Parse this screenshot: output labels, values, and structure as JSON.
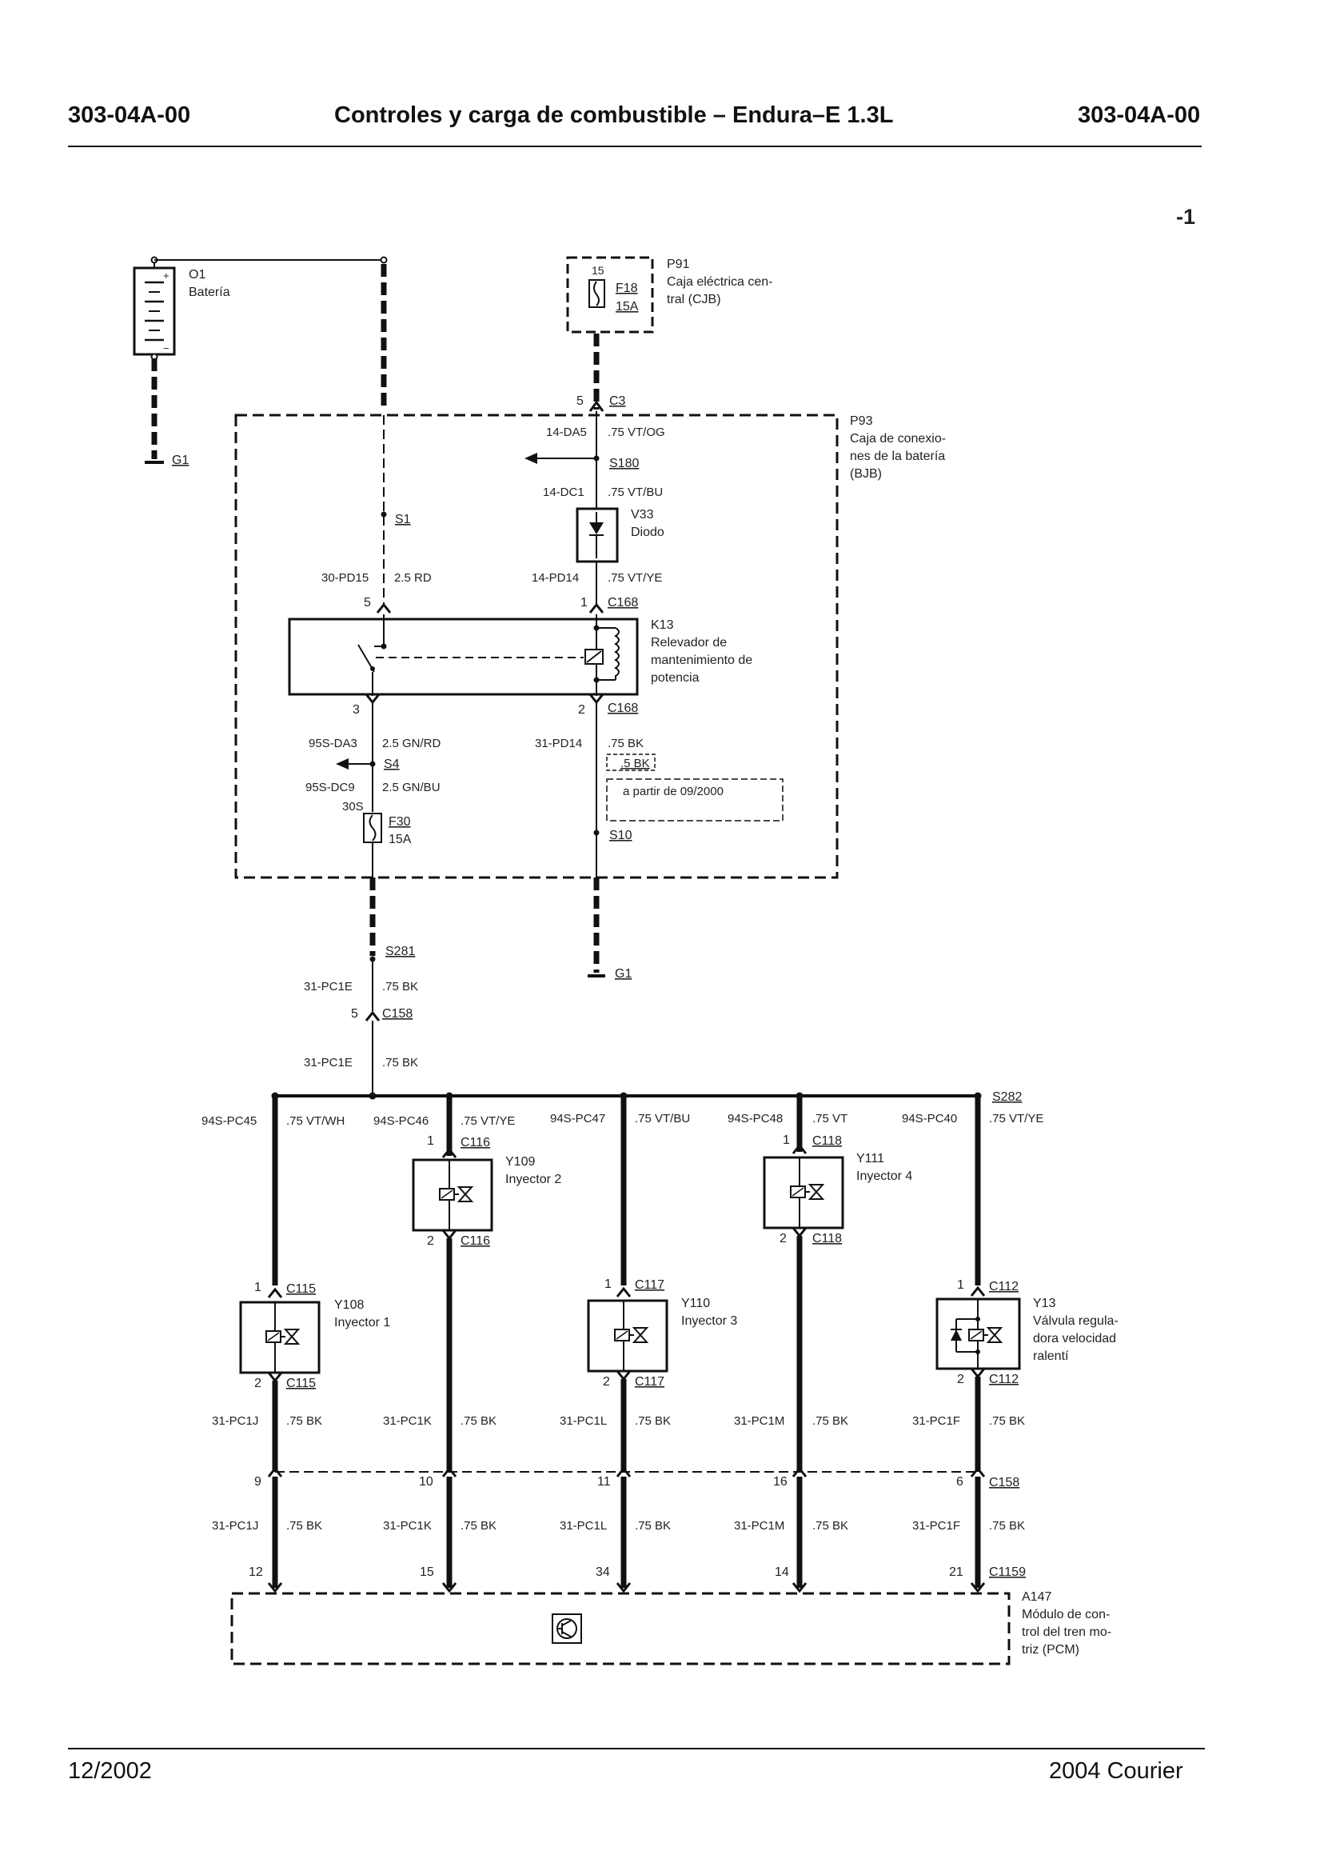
{
  "header": {
    "code_left": "303-04A-00",
    "title": "Controles y carga de combustible – Endura–E 1.3L",
    "code_right": "303-04A-00"
  },
  "page_marker": "-1",
  "footer": {
    "date": "12/2002",
    "model": "2004 Courier"
  },
  "components": {
    "battery": {
      "id": "O1",
      "name": "Batería",
      "plus": "+",
      "minus": "−"
    },
    "cjb": {
      "id": "P91",
      "name1": "Caja eléctrica cen-",
      "name2": "tral (CJB)",
      "pin": "15",
      "fuse": "F18",
      "fuse_rating": "15A"
    },
    "bjb": {
      "id": "P93",
      "name1": "Caja de conexio-",
      "name2": "nes de la batería",
      "name3": "(BJB)"
    },
    "diode": {
      "id": "V33",
      "name": "Diodo"
    },
    "relay": {
      "id": "K13",
      "name1": "Relevador de",
      "name2": "mantenimiento de",
      "name3": "potencia"
    },
    "fuse30": {
      "id": "F30",
      "rating": "15A",
      "pin": "30S"
    },
    "injector1": {
      "id": "Y108",
      "name": "Inyector 1"
    },
    "injector2": {
      "id": "Y109",
      "name": "Inyector 2"
    },
    "injector3": {
      "id": "Y110",
      "name": "Inyector 3"
    },
    "injector4": {
      "id": "Y111",
      "name": "Inyector 4"
    },
    "idle_valve": {
      "id": "Y13",
      "name1": "Válvula regula-",
      "name2": "dora velocidad",
      "name3": "ralentí"
    },
    "pcm": {
      "id": "A147",
      "name1": "Módulo de con-",
      "name2": "trol del tren mo-",
      "name3": "triz (PCM)"
    }
  },
  "grounds": {
    "g1a": "G1",
    "g1b": "G1"
  },
  "splices": {
    "s1": "S1",
    "s180": "S180",
    "s4": "S4",
    "s10": "S10",
    "s281": "S281",
    "s282": "S282"
  },
  "connectors": {
    "c3": "C3",
    "c168a": "C168",
    "c168b": "C168",
    "c158a": "C158",
    "c158b": "C158",
    "c116a": "C116",
    "c116b": "C116",
    "c118a": "C118",
    "c118b": "C118",
    "c115a": "C115",
    "c115b": "C115",
    "c117a": "C117",
    "c117b": "C117",
    "c112a": "C112",
    "c112b": "C112",
    "c1159": "C1159"
  },
  "pins": {
    "c3": "5",
    "relay_5": "5",
    "relay_1": "1",
    "relay_3": "3",
    "relay_2": "2",
    "c158": "5",
    "y109_1": "1",
    "y109_2": "2",
    "y111_1": "1",
    "y111_2": "2",
    "y108_1": "1",
    "y108_2": "2",
    "y110_1": "1",
    "y110_2": "2",
    "y13_1": "1",
    "y13_2": "2",
    "c158_9": "9",
    "c158_10": "10",
    "c158_11": "11",
    "c158_16": "16",
    "c158_6": "6",
    "pcm_12": "12",
    "pcm_15": "15",
    "pcm_34": "34",
    "pcm_14": "14",
    "pcm_21": "21"
  },
  "circuits": {
    "da5": "14-DA5",
    "da5_w": ".75 VT/OG",
    "dc1": "14-DC1",
    "dc1_w": ".75 VT/BU",
    "pd15": "30-PD15",
    "pd15_w": "2.5 RD",
    "pd14": "14-PD14",
    "pd14_w": ".75 VT/YE",
    "da3": "95S-DA3",
    "da3_w": "2.5 GN/RD",
    "dc9": "95S-DC9",
    "dc9_w": "2.5 GN/BU",
    "pd14b": "31-PD14",
    "pd14b_w": ".75 BK",
    "pd14b_alt": ".5 BK",
    "pd14b_note": "a partir de 09/2000",
    "pc1e_a": "31-PC1E",
    "pc1e_a_w": ".75 BK",
    "pc1e_b": "31-PC1E",
    "pc1e_b_w": ".75 BK",
    "pc45": "94S-PC45",
    "pc45_w": ".75 VT/WH",
    "pc46": "94S-PC46",
    "pc46_w": ".75 VT/YE",
    "pc47": "94S-PC47",
    "pc47_w": ".75 VT/BU",
    "pc48": "94S-PC48",
    "pc48_w": ".75 VT",
    "pc40": "94S-PC40",
    "pc40_w": ".75 VT/YE",
    "pc1j_a": "31-PC1J",
    "pc1j_a_w": ".75 BK",
    "pc1k_a": "31-PC1K",
    "pc1k_a_w": ".75 BK",
    "pc1l_a": "31-PC1L",
    "pc1l_a_w": ".75 BK",
    "pc1m_a": "31-PC1M",
    "pc1m_a_w": ".75 BK",
    "pc1f_a": "31-PC1F",
    "pc1f_a_w": ".75 BK",
    "pc1j_b": "31-PC1J",
    "pc1j_b_w": ".75 BK",
    "pc1k_b": "31-PC1K",
    "pc1k_b_w": ".75 BK",
    "pc1l_b": "31-PC1L",
    "pc1l_b_w": ".75 BK",
    "pc1m_b": "31-PC1M",
    "pc1m_b_w": ".75 BK",
    "pc1f_b": "31-PC1F",
    "pc1f_b_w": ".75 BK"
  },
  "icons": {
    "pcm_symbol": "transistor-icon",
    "diode": "diode-icon",
    "injector": "solenoid-valve-icon"
  }
}
